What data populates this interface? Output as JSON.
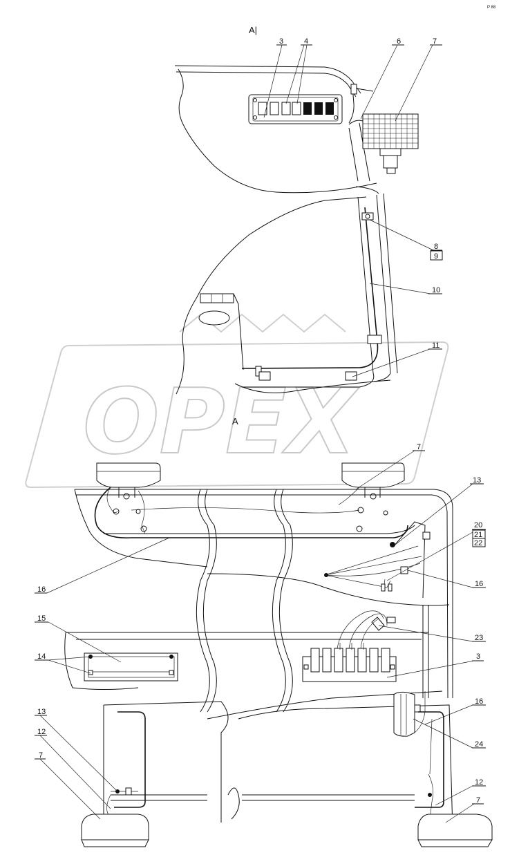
{
  "corner_mark": "P 88",
  "watermark": "OPEX",
  "views": {
    "view_a1": "A|",
    "view_a": "A"
  },
  "callouts": {
    "c3_top": "3",
    "c4_top": "4",
    "c6_top": "6",
    "c7_top": "7",
    "c8": "8",
    "c9": "9",
    "c10": "10",
    "c11": "11",
    "c7_mid": "7",
    "c13_mid": "13",
    "c20": "20",
    "c21": "21",
    "c22": "22",
    "c16_left": "16",
    "c16_right": "16",
    "c15": "15",
    "c14": "14",
    "c23": "23",
    "c3_mid": "3",
    "c16_low": "16",
    "c24": "24",
    "c13_low": "13",
    "c12_left": "12",
    "c7_left": "7",
    "c12_right": "12",
    "c7_right": "7"
  },
  "colors": {
    "line": "#111111",
    "watermark": "#c9c9c9",
    "background": "#ffffff"
  }
}
